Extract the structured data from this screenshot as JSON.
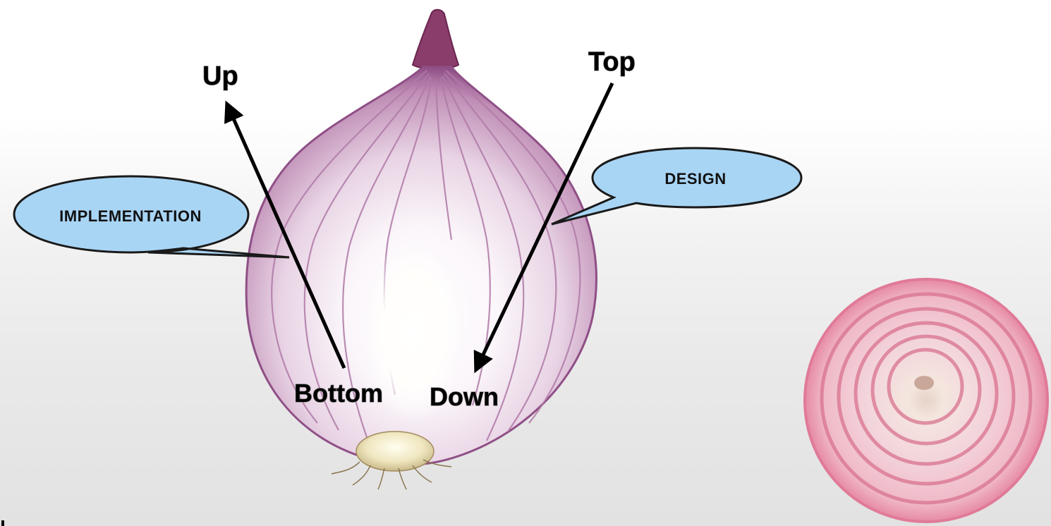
{
  "labels": {
    "up": "Up",
    "top": "Top",
    "bottom": "Bottom",
    "down": "Down"
  },
  "callouts": {
    "implementation": "IMPLEMENTATION",
    "design": "DESIGN"
  },
  "colors": {
    "callout_fill": "#a9d5f5",
    "callout_stroke": "#1a1a1a",
    "onion_purple": "#9a5c90",
    "onion_core": "#fffde8",
    "ring_pink": "#d9738f"
  }
}
